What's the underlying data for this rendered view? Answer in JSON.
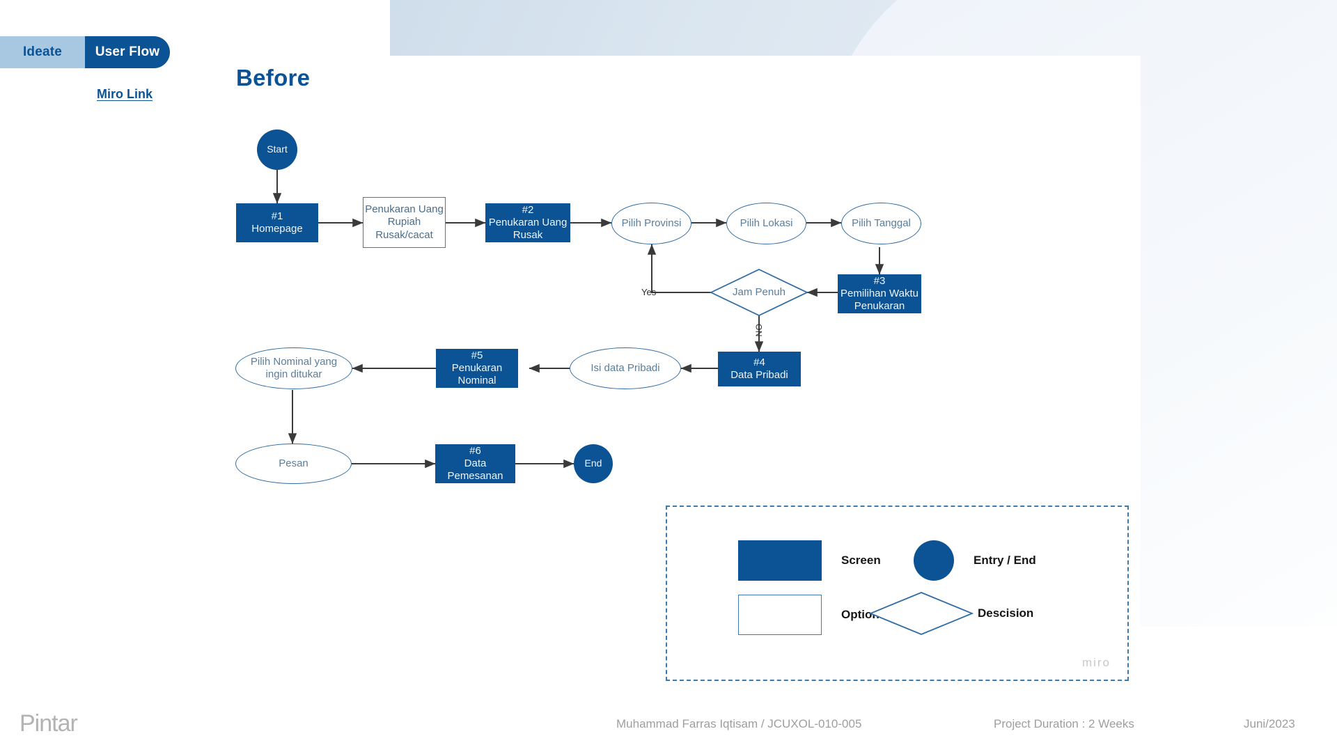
{
  "tabs": [
    {
      "label": "Ideate",
      "active": false
    },
    {
      "label": "User Flow",
      "active": true
    }
  ],
  "links": {
    "miro": "Miro Link"
  },
  "slide": {
    "title": "Before"
  },
  "colors": {
    "brand_blue": "#0b5394",
    "tab_inactive": "#a8c7e0",
    "outline_blue": "#3d7ab0",
    "oval_text": "#5a7e9b",
    "footer_grey": "#9e9e9e"
  },
  "flow": {
    "nodes": [
      {
        "id": "start",
        "type": "entry",
        "label": "Start"
      },
      {
        "id": "n1",
        "type": "screen",
        "label": "#1\nHomepage"
      },
      {
        "id": "opt1",
        "type": "option",
        "label": "Penukaran Uang\nRupiah\nRusak/cacat"
      },
      {
        "id": "n2",
        "type": "screen",
        "label": "#2\nPenukaran Uang\nRusak"
      },
      {
        "id": "provinsi",
        "type": "oval",
        "label": "Pilih Provinsi"
      },
      {
        "id": "lokasi",
        "type": "oval",
        "label": "Pilih Lokasi"
      },
      {
        "id": "tanggal",
        "type": "oval",
        "label": "Pilih Tanggal"
      },
      {
        "id": "n3",
        "type": "screen",
        "label": "#3\nPemilihan Waktu\nPenukaran"
      },
      {
        "id": "jampenuh",
        "type": "decision",
        "label": "Jam Penuh"
      },
      {
        "id": "n4",
        "type": "screen",
        "label": "#4\nData Pribadi"
      },
      {
        "id": "isidata",
        "type": "oval",
        "label": "Isi data Pribadi"
      },
      {
        "id": "n5",
        "type": "screen",
        "label": "#5\nPenukaran\nNominal"
      },
      {
        "id": "nominal",
        "type": "oval",
        "label": "Pilih Nominal yang\ningin ditukar"
      },
      {
        "id": "pesan",
        "type": "oval",
        "label": "Pesan"
      },
      {
        "id": "n6",
        "type": "screen",
        "label": "#6\nData Pemesanan"
      },
      {
        "id": "end",
        "type": "entry",
        "label": "End"
      }
    ],
    "edge_labels": {
      "yes": "Yes",
      "no": "NO"
    }
  },
  "legend": {
    "items": [
      {
        "shape": "screen",
        "label": "Screen"
      },
      {
        "shape": "entry",
        "label": "Entry / End"
      },
      {
        "shape": "option",
        "label": "Option"
      },
      {
        "shape": "decision",
        "label": "Descision"
      }
    ],
    "watermark": "miro"
  },
  "footer": {
    "brand": "Pintar",
    "author": "Muhammad Farras Iqtisam / JCUXOL-010-005",
    "duration": "Project Duration : 2 Weeks",
    "date": "Juni/2023"
  }
}
